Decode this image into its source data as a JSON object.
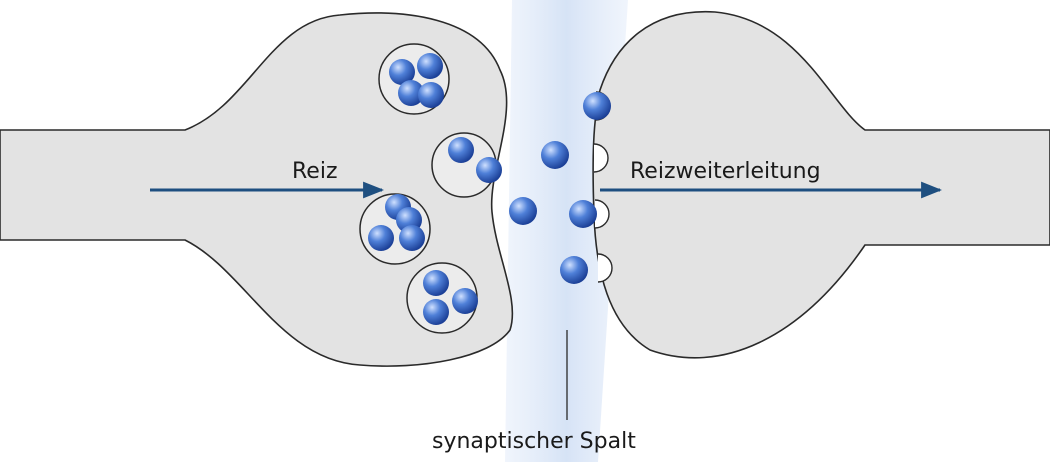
{
  "labels": {
    "stimulus": "Reiz",
    "transmission": "Reizweiterleitung",
    "cleft": "synaptischer Spalt"
  },
  "colors": {
    "neuron_fill": "#e3e3e3",
    "neuron_stroke": "#2a2a2a",
    "vesicle_fill": "#ececec",
    "cleft_fill": "#dfe9f7",
    "arrow": "#1e4f80",
    "transmitter_light": "#cfe0ff",
    "transmitter_mid": "#4f80d8",
    "transmitter_dark": "#1b3f96"
  },
  "icons": {
    "vesicle": "vesicle-with-transmitters-icon",
    "transmitter": "neurotransmitter-sphere-icon",
    "receptor": "receptor-site-icon",
    "arrow": "arrow-right-icon"
  }
}
